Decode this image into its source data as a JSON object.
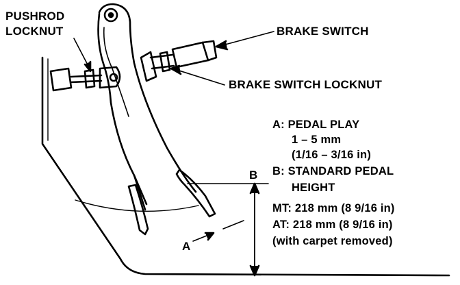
{
  "labels": {
    "pushrod_locknut": [
      "PUSHROD",
      "LOCKNUT"
    ],
    "brake_switch": "BRAKE SWITCH",
    "brake_switch_locknut": "BRAKE SWITCH LOCKNUT",
    "dim_a": "A",
    "dim_b": "B"
  },
  "specs": {
    "a_line1": "A: PEDAL PLAY",
    "a_line2": "1 – 5 mm",
    "a_line3": "(1/16 – 3/16 in)",
    "b_line1": "B: STANDARD PEDAL",
    "b_line2": "HEIGHT",
    "mt": "MT: 218 mm (8 9/16 in)",
    "at": "AT: 218 mm (8 9/16 in)",
    "note": "(with carpet removed)"
  },
  "colors": {
    "ink": "#000000",
    "paper": "#ffffff"
  }
}
